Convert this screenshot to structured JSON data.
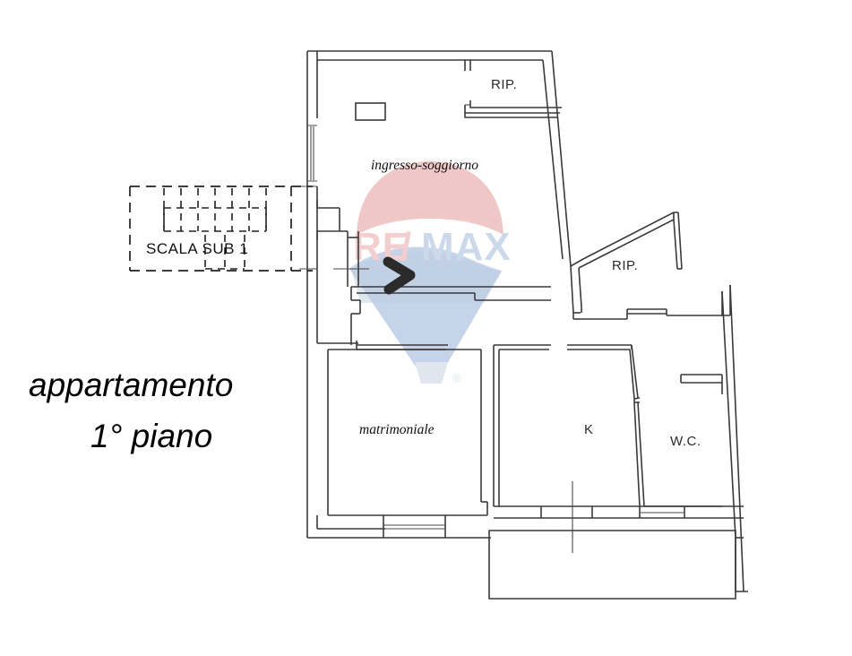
{
  "document": {
    "type": "floor-plan",
    "title_line_1": "appartamento",
    "title_line_2": "1° piano",
    "background_color": "#ffffff",
    "line_color": "#3a3a3a"
  },
  "rooms": [
    {
      "id": "ingresso-soggiorno",
      "label": "ingresso-soggiorno",
      "style": "italic-serif"
    },
    {
      "id": "rip-top",
      "label": "RIP.",
      "style": "sans"
    },
    {
      "id": "rip-right",
      "label": "RIP.",
      "style": "sans"
    },
    {
      "id": "matrimoniale",
      "label": "matrimoniale",
      "style": "italic-serif"
    },
    {
      "id": "cucina",
      "label": "K",
      "style": "sans"
    },
    {
      "id": "bagno",
      "label": "W.C.",
      "style": "sans"
    }
  ],
  "annotations": {
    "stair_box_label": "SCALA SUB 1",
    "entrance_marker": "entrance-arrow"
  },
  "watermark": {
    "brand_part_1": "RE",
    "brand_separator": "/",
    "brand_part_2": "MAX",
    "registered_mark": "®",
    "color_red": "#f0c5c5",
    "color_blue": "#c3d2e8"
  }
}
